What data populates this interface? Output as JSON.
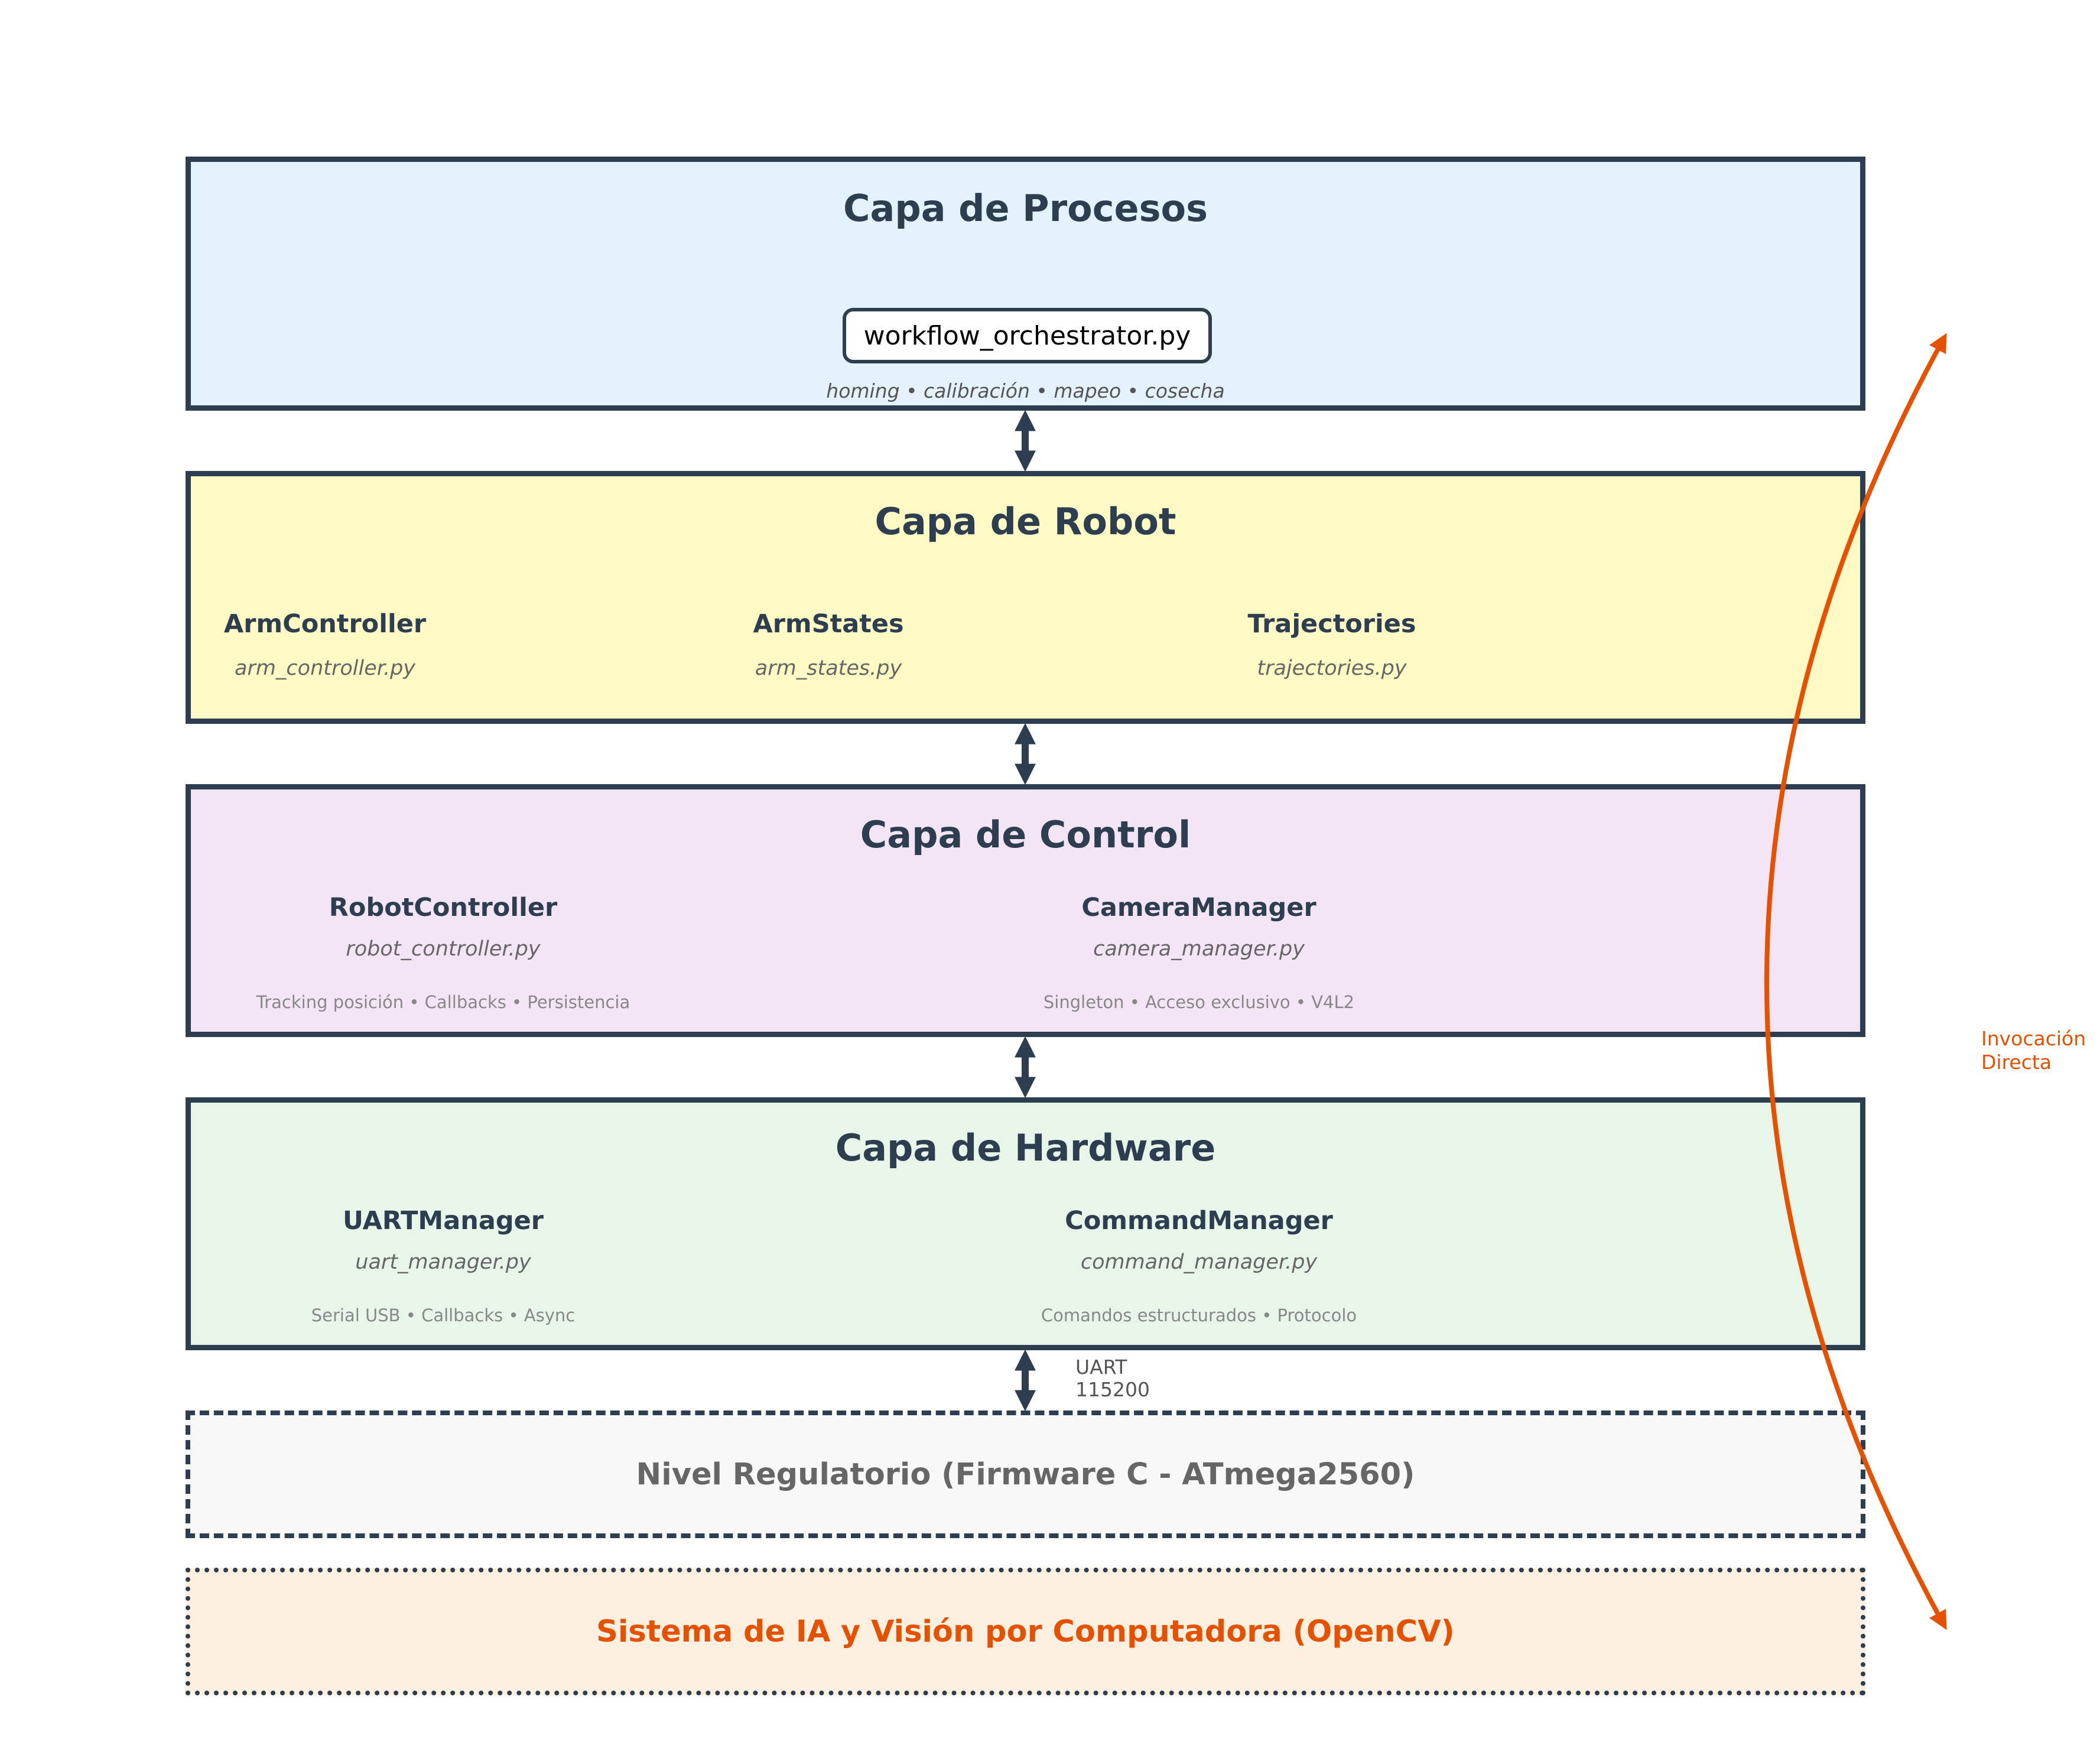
{
  "layers": {
    "procesos": {
      "title": "Capa de Procesos",
      "file": "workflow_orchestrator.py",
      "steps": "homing • calibración • mapeo • cosecha",
      "color": "#e3f2fd"
    },
    "robot": {
      "title": "Capa de Robot",
      "color": "#fff9c4",
      "components": [
        {
          "name": "ArmController",
          "file": "arm_controller.py"
        },
        {
          "name": "ArmStates",
          "file": "arm_states.py"
        },
        {
          "name": "Trajectories",
          "file": "trajectories.py"
        }
      ]
    },
    "control": {
      "title": "Capa de Control",
      "color": "#f3e5f5",
      "components": [
        {
          "name": "RobotController",
          "file": "robot_controller.py",
          "desc": "Tracking posición • Callbacks • Persistencia"
        },
        {
          "name": "CameraManager",
          "file": "camera_manager.py",
          "desc": "Singleton • Acceso exclusivo • V4L2"
        }
      ]
    },
    "hardware": {
      "title": "Capa de Hardware",
      "color": "#e8f5e9",
      "components": [
        {
          "name": "UARTManager",
          "file": "uart_manager.py",
          "desc": "Serial USB • Callbacks • Async"
        },
        {
          "name": "CommandManager",
          "file": "command_manager.py",
          "desc": "Comandos estructurados • Protocolo"
        }
      ]
    },
    "firmware": {
      "title": "Nivel Regulatorio (Firmware C - ATmega2560)",
      "color": "#f8f8f8"
    },
    "vision": {
      "title": "Sistema de IA y Visión por Computadora (OpenCV)",
      "color": "#fdf0e0",
      "accent": "#e65100"
    }
  },
  "uart_label": {
    "line1": "UART",
    "line2": "115200"
  },
  "direct_label": {
    "line1": "Invocación",
    "line2": "Directa"
  },
  "colors": {
    "border": "#2c3e50",
    "accent": "#e65100"
  }
}
